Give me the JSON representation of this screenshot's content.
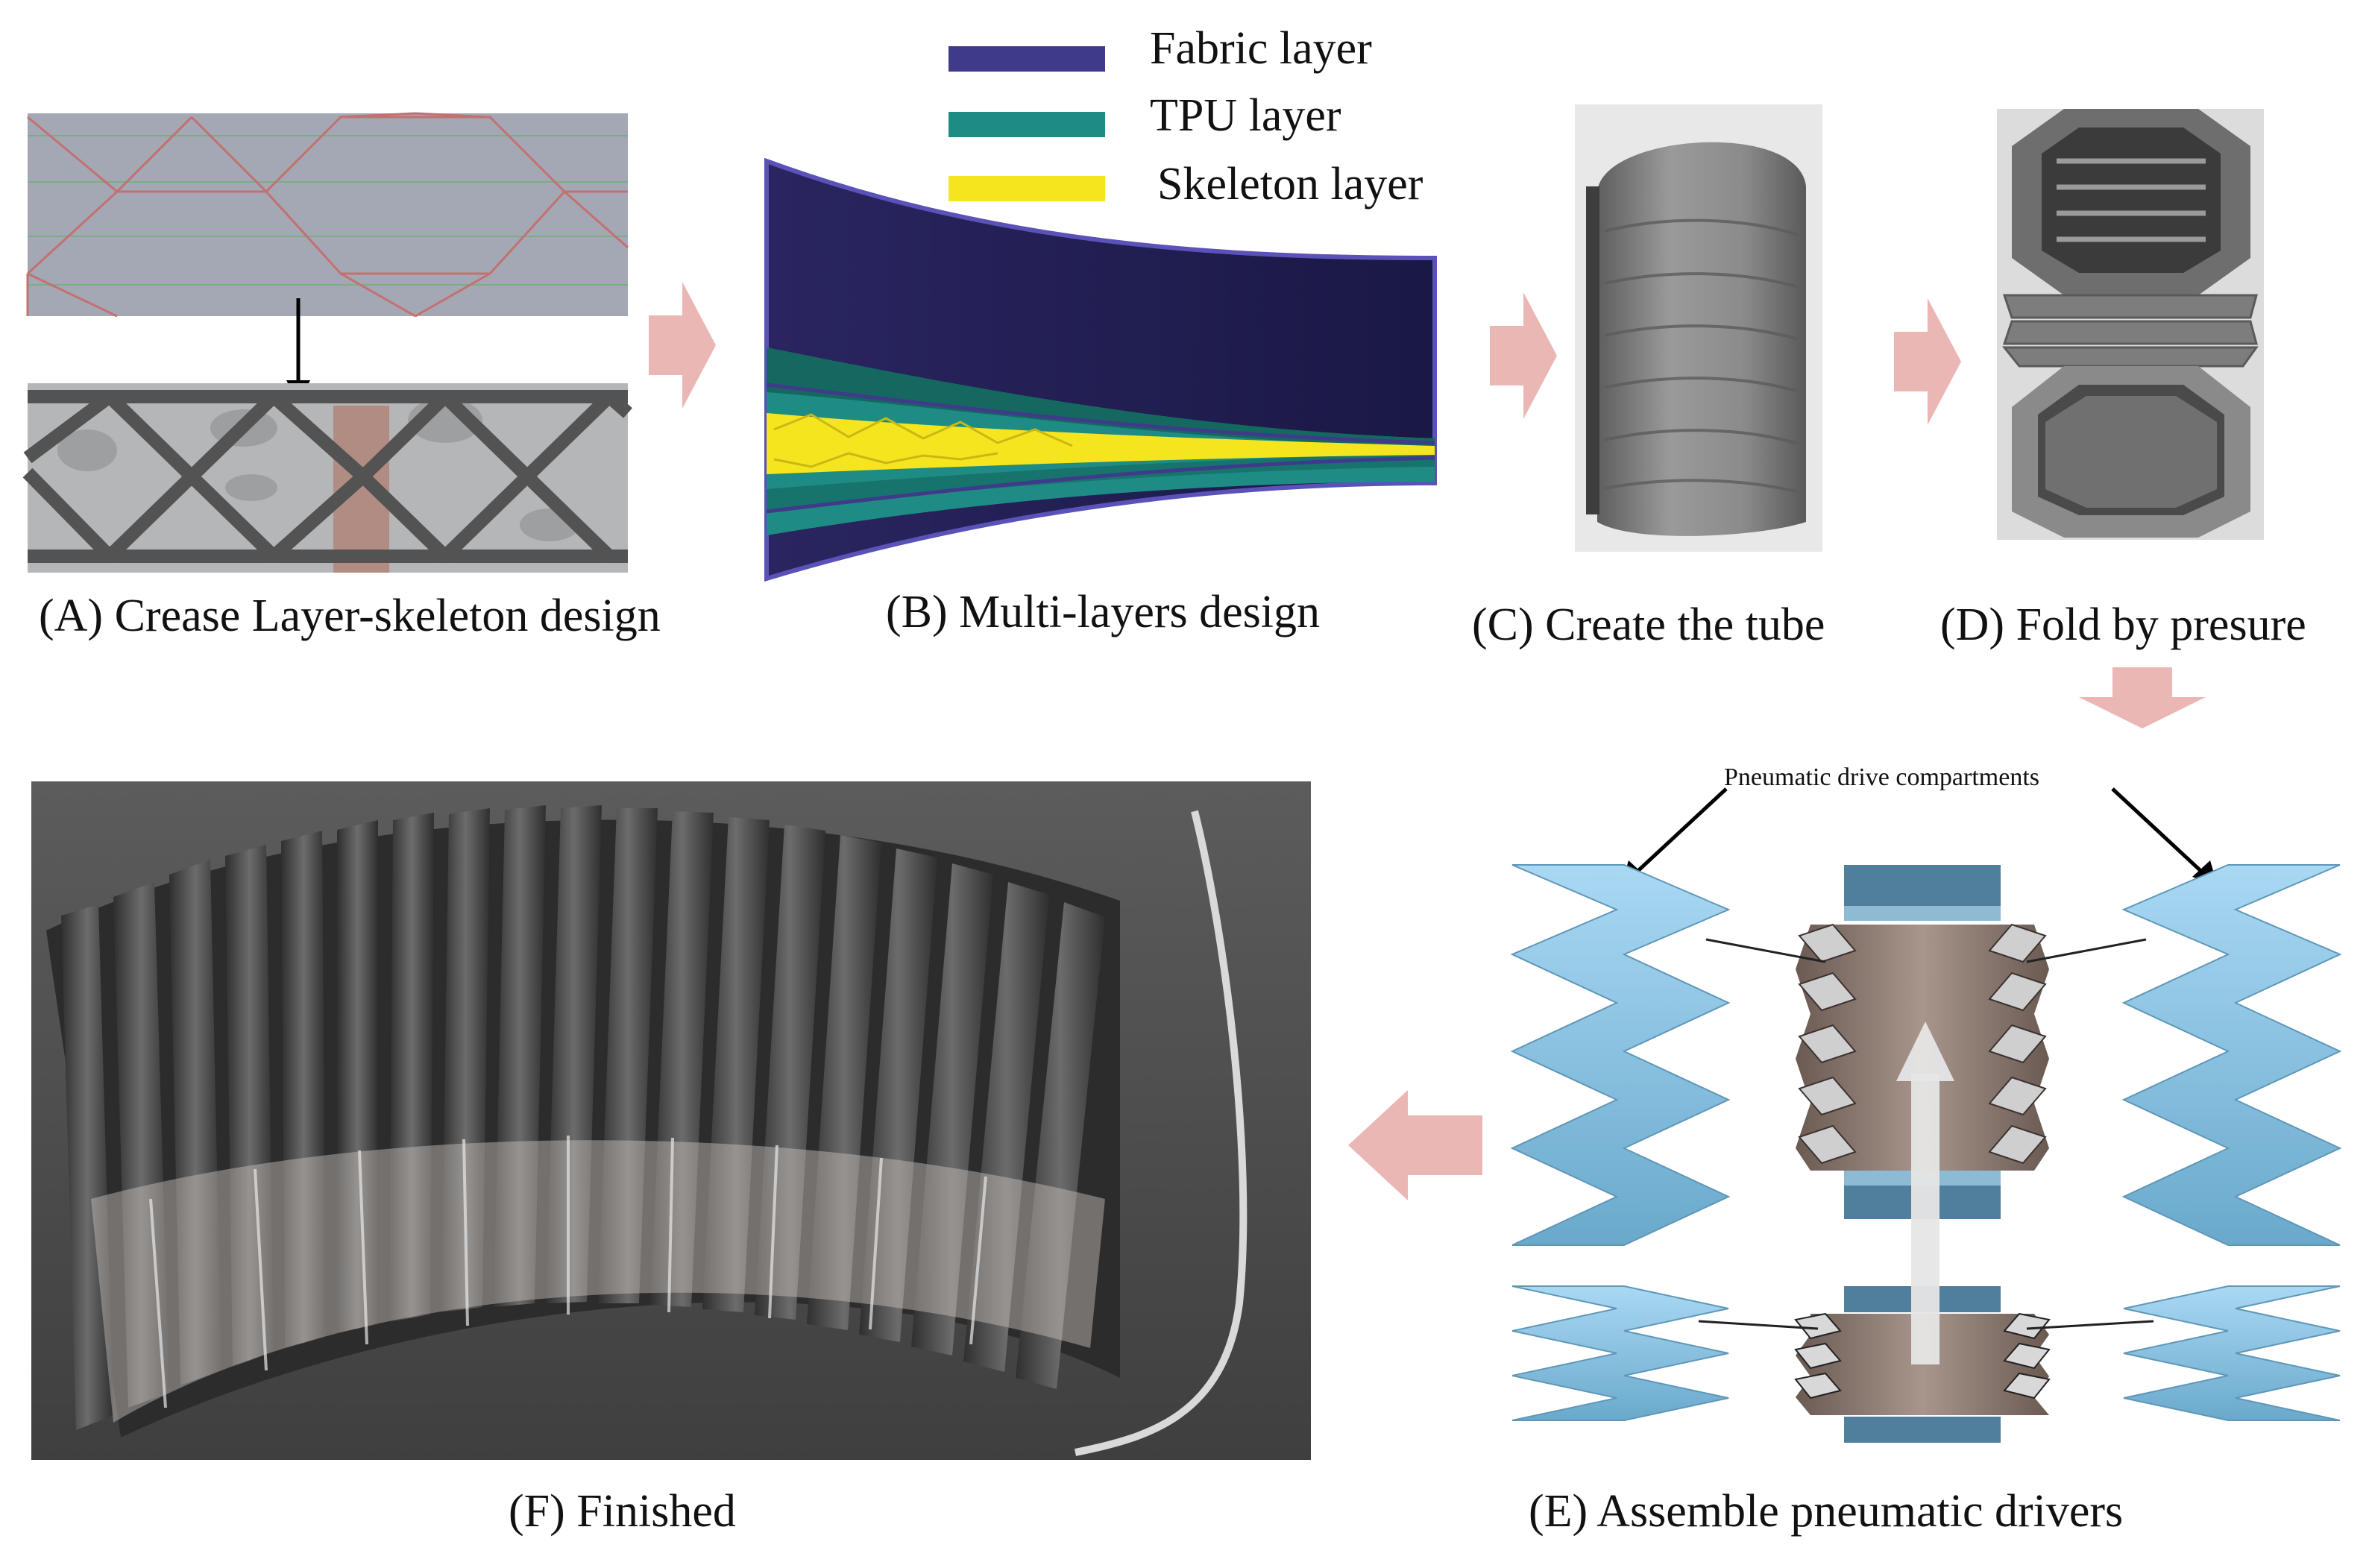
{
  "panels": {
    "a": {
      "caption": "(A)  Crease Layer-skeleton design"
    },
    "b": {
      "caption": "(B)  Multi-layers design",
      "legend": [
        {
          "label": "Fabric layer",
          "color": "#3f3a8a"
        },
        {
          "label": "TPU layer",
          "color": "#1e8c84"
        },
        {
          "label": "Skeleton layer",
          "color": "#f5e51f"
        }
      ]
    },
    "c": {
      "caption": "(C)  Create the tube"
    },
    "d": {
      "caption": "(D) Fold by presure"
    },
    "e": {
      "caption": "(E)  Assemble pneumatic drivers",
      "callout": "Pneumatic drive compartments"
    },
    "f": {
      "caption": "(F) Finished"
    }
  },
  "colors": {
    "arrow": "#ebb7b5",
    "fabric": "#242052",
    "tpu": "#1e8c84",
    "skeleton": "#f5e51f",
    "pneumatic": "#9fd0ee",
    "core": "#8a7870"
  },
  "icons": [
    "flow-arrow-right",
    "flow-arrow-down",
    "flow-arrow-left",
    "down-arrow-icon",
    "callout-arrow-icon"
  ]
}
